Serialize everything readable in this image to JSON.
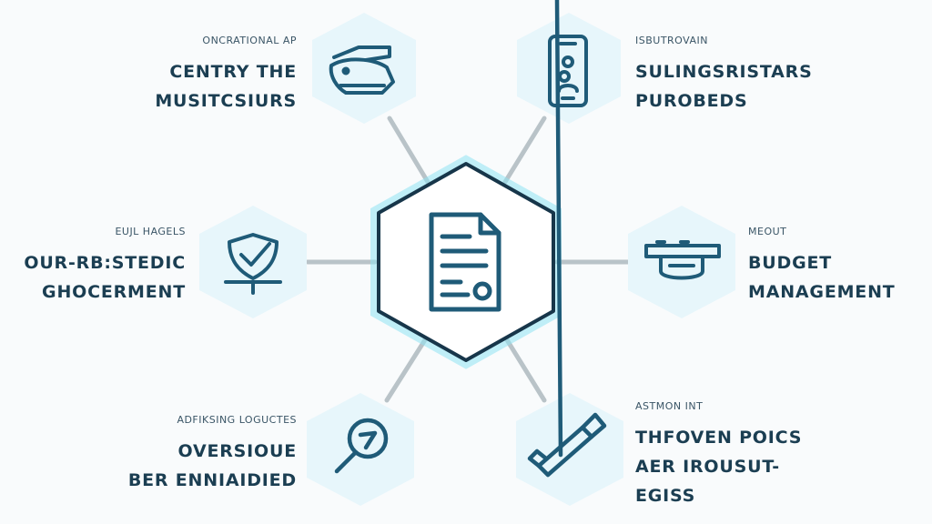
{
  "center": {
    "icon": "document-icon"
  },
  "nodes": [
    {
      "id": "top-left",
      "icon": "stapler-icon",
      "subtitle": "ONCRATIONAL AP",
      "lines": [
        "CENTRY THE",
        "MUSITCSIURS"
      ]
    },
    {
      "id": "top-right",
      "icon": "smartphone-icon",
      "subtitle": "ISBUTROVAIN",
      "lines": [
        "SULINGSRISTARS",
        "PUROBEDS"
      ]
    },
    {
      "id": "mid-left",
      "icon": "shield-check-icon",
      "subtitle": "EUJL HAGELS",
      "lines": [
        "OUR-RB:STEDIC",
        "GHOCERMENT"
      ]
    },
    {
      "id": "mid-right",
      "icon": "tray-icon",
      "subtitle": "MEOUT",
      "lines": [
        "BUDGET",
        "MANAGEMENT"
      ]
    },
    {
      "id": "bottom-left",
      "icon": "magnifier-icon",
      "subtitle": "ADFIKSING LOGUCTES",
      "lines": [
        "OVERSIOUE",
        "BER ENNIAIDIED"
      ]
    },
    {
      "id": "bottom-right",
      "icon": "wrench-icon",
      "subtitle": "ASTMON INT",
      "lines": [
        "THFOVEN POICS",
        "AER IROUSUT-",
        "EGISS"
      ]
    }
  ],
  "colors": {
    "background": "#f9fbfc",
    "hex_fill": "#e7f6fb",
    "center_stroke": "#17364a",
    "center_glow": "#8fe3f3",
    "icon_stroke": "#1f5b78",
    "connector": "#b9c3c8",
    "text": "#1b3e52"
  }
}
